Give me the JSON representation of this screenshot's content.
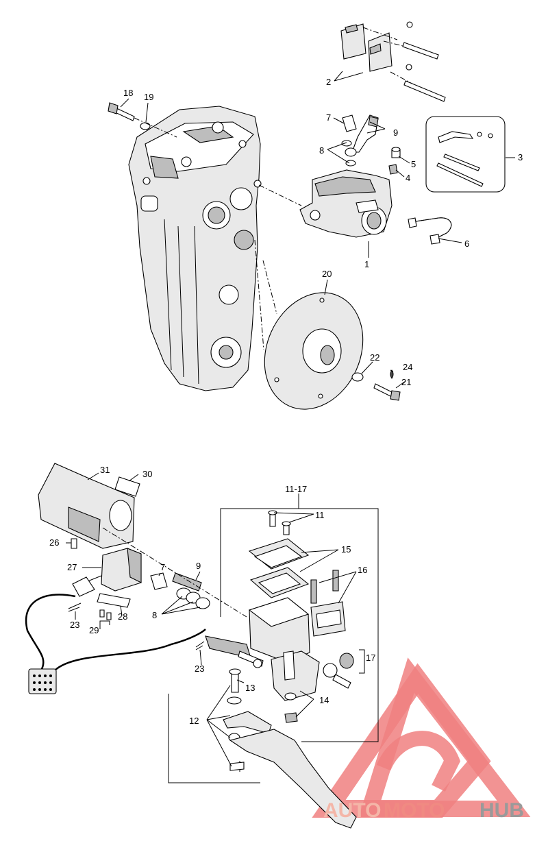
{
  "callouts": [
    {
      "id": "2",
      "text": "2"
    },
    {
      "id": "3",
      "text": "3"
    },
    {
      "id": "7a",
      "text": "7"
    },
    {
      "id": "9a",
      "text": "9"
    },
    {
      "id": "8a",
      "text": "8"
    },
    {
      "id": "5",
      "text": "5"
    },
    {
      "id": "4",
      "text": "4"
    },
    {
      "id": "6",
      "text": "6"
    },
    {
      "id": "1",
      "text": "1"
    },
    {
      "id": "18",
      "text": "18"
    },
    {
      "id": "19",
      "text": "19"
    },
    {
      "id": "20",
      "text": "20"
    },
    {
      "id": "22",
      "text": "22"
    },
    {
      "id": "24",
      "text": "24"
    },
    {
      "id": "21",
      "text": "21"
    },
    {
      "id": "31",
      "text": "31"
    },
    {
      "id": "30",
      "text": "30"
    },
    {
      "id": "11-17",
      "text": "11-17"
    },
    {
      "id": "11",
      "text": "11"
    },
    {
      "id": "15",
      "text": "15"
    },
    {
      "id": "16",
      "text": "16"
    },
    {
      "id": "26",
      "text": "26"
    },
    {
      "id": "27",
      "text": "27"
    },
    {
      "id": "7b",
      "text": "7"
    },
    {
      "id": "9b",
      "text": "9"
    },
    {
      "id": "8b",
      "text": "8"
    },
    {
      "id": "23a",
      "text": "23"
    },
    {
      "id": "28",
      "text": "28"
    },
    {
      "id": "29",
      "text": "29"
    },
    {
      "id": "23b",
      "text": "23"
    },
    {
      "id": "17",
      "text": "17"
    },
    {
      "id": "13",
      "text": "13"
    },
    {
      "id": "14",
      "text": "14"
    },
    {
      "id": "12",
      "text": "12"
    }
  ],
  "watermark": {
    "part1": "AUTO",
    "part2": "MOTO",
    "part3": "HUB",
    "colors": {
      "triangle": "#f08080",
      "auto": "#f4b6a8",
      "moto": "#f08a82",
      "hub": "#9a9a9a"
    }
  }
}
